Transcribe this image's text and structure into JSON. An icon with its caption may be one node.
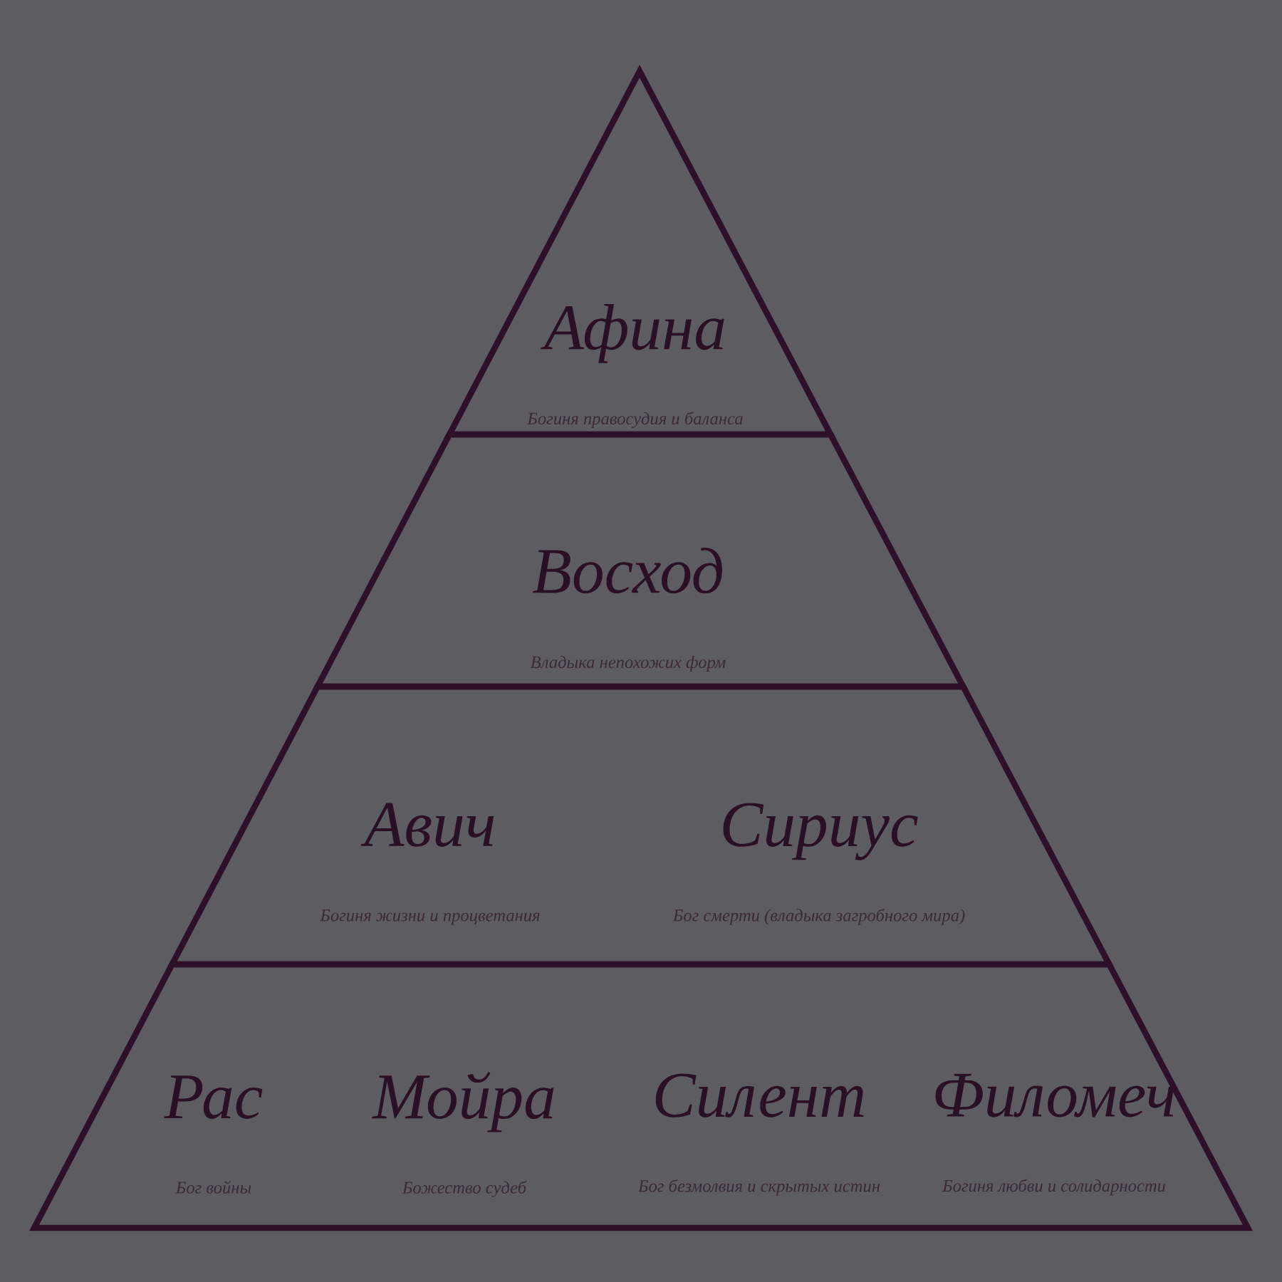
{
  "diagram": {
    "nodes": [
      {
        "text": [
          "Афина",
          "Богиня правосудия и баланса"
        ]
      },
      {
        "text": [
          "Восход",
          "Владыка непохожих форм"
        ]
      },
      {
        "text": [],
        "shape": "band"
      },
      {
        "text": [
          "Авич",
          "Богиня жизни и процветания"
        ],
        "in": 2
      },
      {
        "text": [
          "Сириус",
          "Бог смерти (владыка загробного мира)"
        ],
        "in": 2
      },
      {
        "text": [],
        "shape": "band"
      },
      {
        "text": [
          "Рас",
          "Бог войны"
        ],
        "in": 5
      },
      {
        "text": [
          "Мойра",
          "Божество судеб"
        ],
        "in": 5
      },
      {
        "text": [
          "Силент",
          "Бог безмолвия и скрытых истин"
        ],
        "in": 5
      },
      {
        "text": [
          "Филомеч",
          "Богиня любви и солидарности"
        ],
        "in": 5
      }
    ]
  }
}
